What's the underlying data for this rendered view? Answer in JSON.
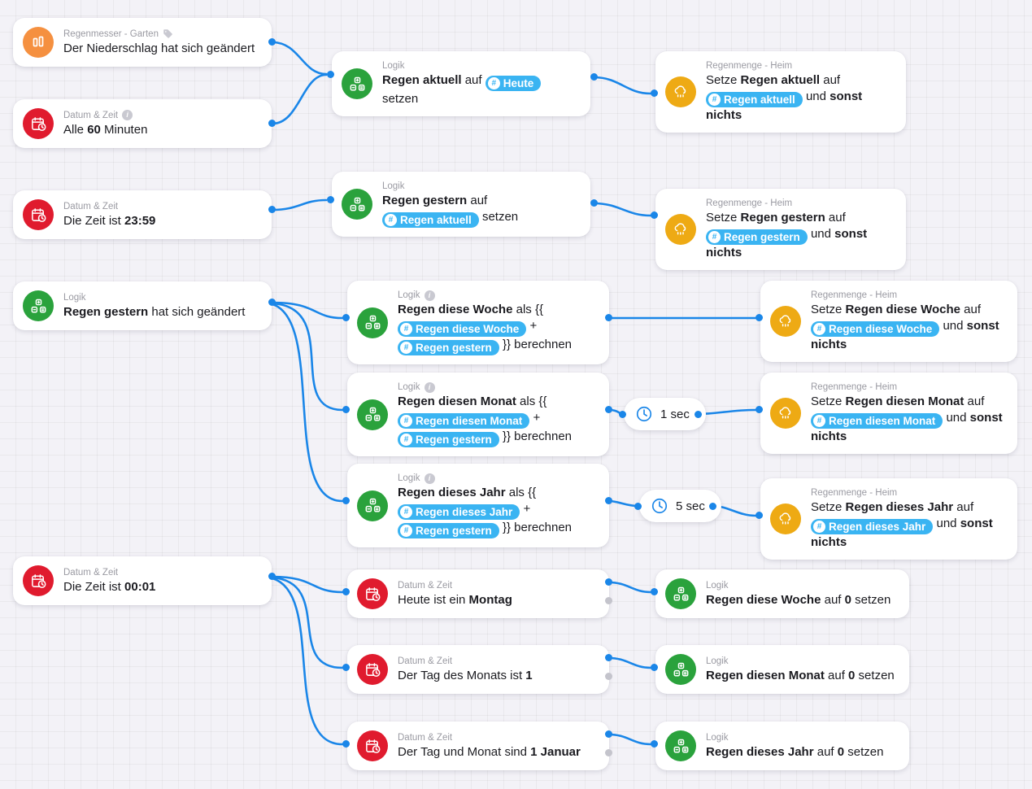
{
  "canvas": {
    "background": "#f3f2f7",
    "grid": true,
    "edge_color": "#1a86e8"
  },
  "palette": {
    "accent_blue": "#1a86e8",
    "chip_blue": "#3ab4f2",
    "green": "#2aa23c",
    "red": "#e01b2e",
    "orange": "#f59040",
    "amber": "#eeaa14",
    "muted": "#9a9aa2"
  },
  "labels": {
    "kind_logic": "Logik",
    "kind_datetime": "Datum & Zeit",
    "kind_raingauge": "Regenmesser - Garten",
    "kind_rainamount": "Regenmenge - Heim"
  },
  "nodes": [
    {
      "id": "trigger-precipitation",
      "kind": "Regenmesser - Garten",
      "icon": "bar-chart-icon",
      "icon_color": "#f59040",
      "has_tag": true,
      "has_info": false,
      "text": [
        {
          "t": "Der Niederschlag hat sich geändert",
          "b": false
        }
      ]
    },
    {
      "id": "trigger-every-60-min",
      "kind": "Datum & Zeit",
      "icon": "calendar-clock-icon",
      "icon_color": "#e01b2e",
      "has_tag": false,
      "has_info": true,
      "text": [
        {
          "t": "Alle ",
          "b": false
        },
        {
          "t": "60",
          "b": true
        },
        {
          "t": "  Minuten",
          "b": false
        }
      ]
    },
    {
      "id": "set-regen-aktuell-heute",
      "kind": "Logik",
      "icon": "logic-blocks-icon",
      "icon_color": "#2aa23c",
      "has_tag": false,
      "has_info": false,
      "text": [
        {
          "t": "Regen aktuell",
          "b": true
        },
        {
          "t": " auf ",
          "b": false
        },
        {
          "chip": "Heute"
        },
        {
          "t": " setzen",
          "b": false
        }
      ]
    },
    {
      "id": "store-regen-aktuell",
      "kind": "Regenmenge - Heim",
      "icon": "rain-cloud-icon",
      "icon_color": "#eeaa14",
      "has_tag": false,
      "has_info": false,
      "text": [
        {
          "t": "Setze ",
          "b": false
        },
        {
          "t": "Regen aktuell",
          "b": true
        },
        {
          "t": " auf ",
          "b": false
        },
        {
          "chip": "Regen aktuell"
        },
        {
          "t": " und ",
          "b": false
        },
        {
          "t": "sonst nichts",
          "b": true
        }
      ]
    },
    {
      "id": "trigger-time-2359",
      "kind": "Datum & Zeit",
      "icon": "calendar-clock-icon",
      "icon_color": "#e01b2e",
      "has_tag": false,
      "has_info": false,
      "text": [
        {
          "t": "Die Zeit ist ",
          "b": false
        },
        {
          "t": "23:59",
          "b": true
        }
      ]
    },
    {
      "id": "set-regen-gestern",
      "kind": "Logik",
      "icon": "logic-blocks-icon",
      "icon_color": "#2aa23c",
      "has_tag": false,
      "has_info": false,
      "text": [
        {
          "t": "Regen gestern",
          "b": true
        },
        {
          "t": " auf ",
          "b": false
        },
        {
          "chip": "Regen aktuell"
        },
        {
          "t": " setzen",
          "b": false
        }
      ]
    },
    {
      "id": "store-regen-gestern",
      "kind": "Regenmenge - Heim",
      "icon": "rain-cloud-icon",
      "icon_color": "#eeaa14",
      "has_tag": false,
      "has_info": false,
      "text": [
        {
          "t": "Setze ",
          "b": false
        },
        {
          "t": "Regen gestern",
          "b": true
        },
        {
          "t": " auf ",
          "b": false
        },
        {
          "chip": "Regen gestern"
        },
        {
          "t": " und ",
          "b": false
        },
        {
          "t": "sonst nichts",
          "b": true
        }
      ]
    },
    {
      "id": "trigger-regen-gestern-changed",
      "kind": "Logik",
      "icon": "logic-blocks-icon",
      "icon_color": "#2aa23c",
      "has_tag": false,
      "has_info": false,
      "text": [
        {
          "t": "Regen gestern",
          "b": true
        },
        {
          "t": " hat sich geändert",
          "b": false
        }
      ]
    },
    {
      "id": "calc-regen-diese-woche",
      "kind": "Logik",
      "icon": "logic-blocks-icon",
      "icon_color": "#2aa23c",
      "has_tag": false,
      "has_info": true,
      "text": [
        {
          "t": "Regen diese Woche",
          "b": true
        },
        {
          "t": " als {{ ",
          "b": false
        },
        {
          "chip": "Regen diese Woche"
        },
        {
          "t": " + ",
          "b": false
        },
        {
          "chip": "Regen gestern"
        },
        {
          "t": " }} berechnen",
          "b": false
        }
      ]
    },
    {
      "id": "calc-regen-diesen-monat",
      "kind": "Logik",
      "icon": "logic-blocks-icon",
      "icon_color": "#2aa23c",
      "has_tag": false,
      "has_info": true,
      "text": [
        {
          "t": "Regen diesen Monat",
          "b": true
        },
        {
          "t": " als {{ ",
          "b": false
        },
        {
          "chip": "Regen diesen Monat"
        },
        {
          "t": " + ",
          "b": false
        },
        {
          "chip": "Regen gestern"
        },
        {
          "t": " }} berechnen",
          "b": false
        }
      ]
    },
    {
      "id": "calc-regen-dieses-jahr",
      "kind": "Logik",
      "icon": "logic-blocks-icon",
      "icon_color": "#2aa23c",
      "has_tag": false,
      "has_info": true,
      "text": [
        {
          "t": "Regen dieses Jahr",
          "b": true
        },
        {
          "t": " als {{ ",
          "b": false
        },
        {
          "chip": "Regen dieses Jahr"
        },
        {
          "t": " + ",
          "b": false
        },
        {
          "chip": "Regen gestern"
        },
        {
          "t": " }} berechnen",
          "b": false
        }
      ]
    },
    {
      "id": "store-regen-diese-woche",
      "kind": "Regenmenge - Heim",
      "icon": "rain-cloud-icon",
      "icon_color": "#eeaa14",
      "has_tag": false,
      "has_info": false,
      "text": [
        {
          "t": "Setze ",
          "b": false
        },
        {
          "t": "Regen diese Woche",
          "b": true
        },
        {
          "t": " auf ",
          "b": false
        },
        {
          "chip": "Regen diese Woche"
        },
        {
          "t": " und ",
          "b": false
        },
        {
          "t": "sonst nichts",
          "b": true
        }
      ]
    },
    {
      "id": "store-regen-diesen-monat",
      "kind": "Regenmenge - Heim",
      "icon": "rain-cloud-icon",
      "icon_color": "#eeaa14",
      "has_tag": false,
      "has_info": false,
      "text": [
        {
          "t": "Setze ",
          "b": false
        },
        {
          "t": "Regen diesen Monat",
          "b": true
        },
        {
          "t": " auf ",
          "b": false
        },
        {
          "chip": "Regen diesen Monat"
        },
        {
          "t": " und ",
          "b": false
        },
        {
          "t": "sonst nichts",
          "b": true
        }
      ]
    },
    {
      "id": "store-regen-dieses-jahr",
      "kind": "Regenmenge - Heim",
      "icon": "rain-cloud-icon",
      "icon_color": "#eeaa14",
      "has_tag": false,
      "has_info": false,
      "text": [
        {
          "t": "Setze ",
          "b": false
        },
        {
          "t": "Regen dieses Jahr",
          "b": true
        },
        {
          "t": " auf ",
          "b": false
        },
        {
          "chip": "Regen dieses Jahr"
        },
        {
          "t": " und ",
          "b": false
        },
        {
          "t": "sonst nichts",
          "b": true
        }
      ]
    },
    {
      "id": "trigger-time-0001",
      "kind": "Datum & Zeit",
      "icon": "calendar-clock-icon",
      "icon_color": "#e01b2e",
      "has_tag": false,
      "has_info": false,
      "text": [
        {
          "t": "Die Zeit ist ",
          "b": false
        },
        {
          "t": "00:01",
          "b": true
        }
      ]
    },
    {
      "id": "cond-heute-montag",
      "kind": "Datum & Zeit",
      "icon": "calendar-clock-icon",
      "icon_color": "#e01b2e",
      "has_tag": false,
      "has_info": false,
      "text": [
        {
          "t": "Heute ist ein ",
          "b": false
        },
        {
          "t": "Montag",
          "b": true
        }
      ]
    },
    {
      "id": "cond-tag-des-monats-1",
      "kind": "Datum & Zeit",
      "icon": "calendar-clock-icon",
      "icon_color": "#e01b2e",
      "has_tag": false,
      "has_info": false,
      "text": [
        {
          "t": "Der Tag des Monats ist ",
          "b": false
        },
        {
          "t": "1",
          "b": true
        }
      ]
    },
    {
      "id": "cond-tag-und-monat-1-januar",
      "kind": "Datum & Zeit",
      "icon": "calendar-clock-icon",
      "icon_color": "#e01b2e",
      "has_tag": false,
      "has_info": false,
      "text": [
        {
          "t": "Der Tag und Monat sind ",
          "b": false
        },
        {
          "t": "1",
          "b": true
        },
        {
          "t": "  ",
          "b": false
        },
        {
          "t": "Januar",
          "b": true
        }
      ]
    },
    {
      "id": "reset-regen-diese-woche",
      "kind": "Logik",
      "icon": "logic-blocks-icon",
      "icon_color": "#2aa23c",
      "has_tag": false,
      "has_info": false,
      "text": [
        {
          "t": "Regen diese Woche",
          "b": true
        },
        {
          "t": " auf ",
          "b": false
        },
        {
          "t": "0",
          "b": true
        },
        {
          "t": " setzen",
          "b": false
        }
      ]
    },
    {
      "id": "reset-regen-diesen-monat",
      "kind": "Logik",
      "icon": "logic-blocks-icon",
      "icon_color": "#2aa23c",
      "has_tag": false,
      "has_info": false,
      "text": [
        {
          "t": "Regen diesen Monat",
          "b": true
        },
        {
          "t": " auf ",
          "b": false
        },
        {
          "t": "0",
          "b": true
        },
        {
          "t": " setzen",
          "b": false
        }
      ]
    },
    {
      "id": "reset-regen-dieses-jahr",
      "kind": "Logik",
      "icon": "logic-blocks-icon",
      "icon_color": "#2aa23c",
      "has_tag": false,
      "has_info": false,
      "text": [
        {
          "t": "Regen dieses Jahr",
          "b": true
        },
        {
          "t": " auf ",
          "b": false
        },
        {
          "t": "0",
          "b": true
        },
        {
          "t": " setzen",
          "b": false
        }
      ]
    }
  ],
  "delays": [
    {
      "id": "delay-1-sec",
      "label": "1 sec",
      "icon": "clock-icon"
    },
    {
      "id": "delay-5-sec",
      "label": "5 sec",
      "icon": "clock-icon"
    }
  ]
}
